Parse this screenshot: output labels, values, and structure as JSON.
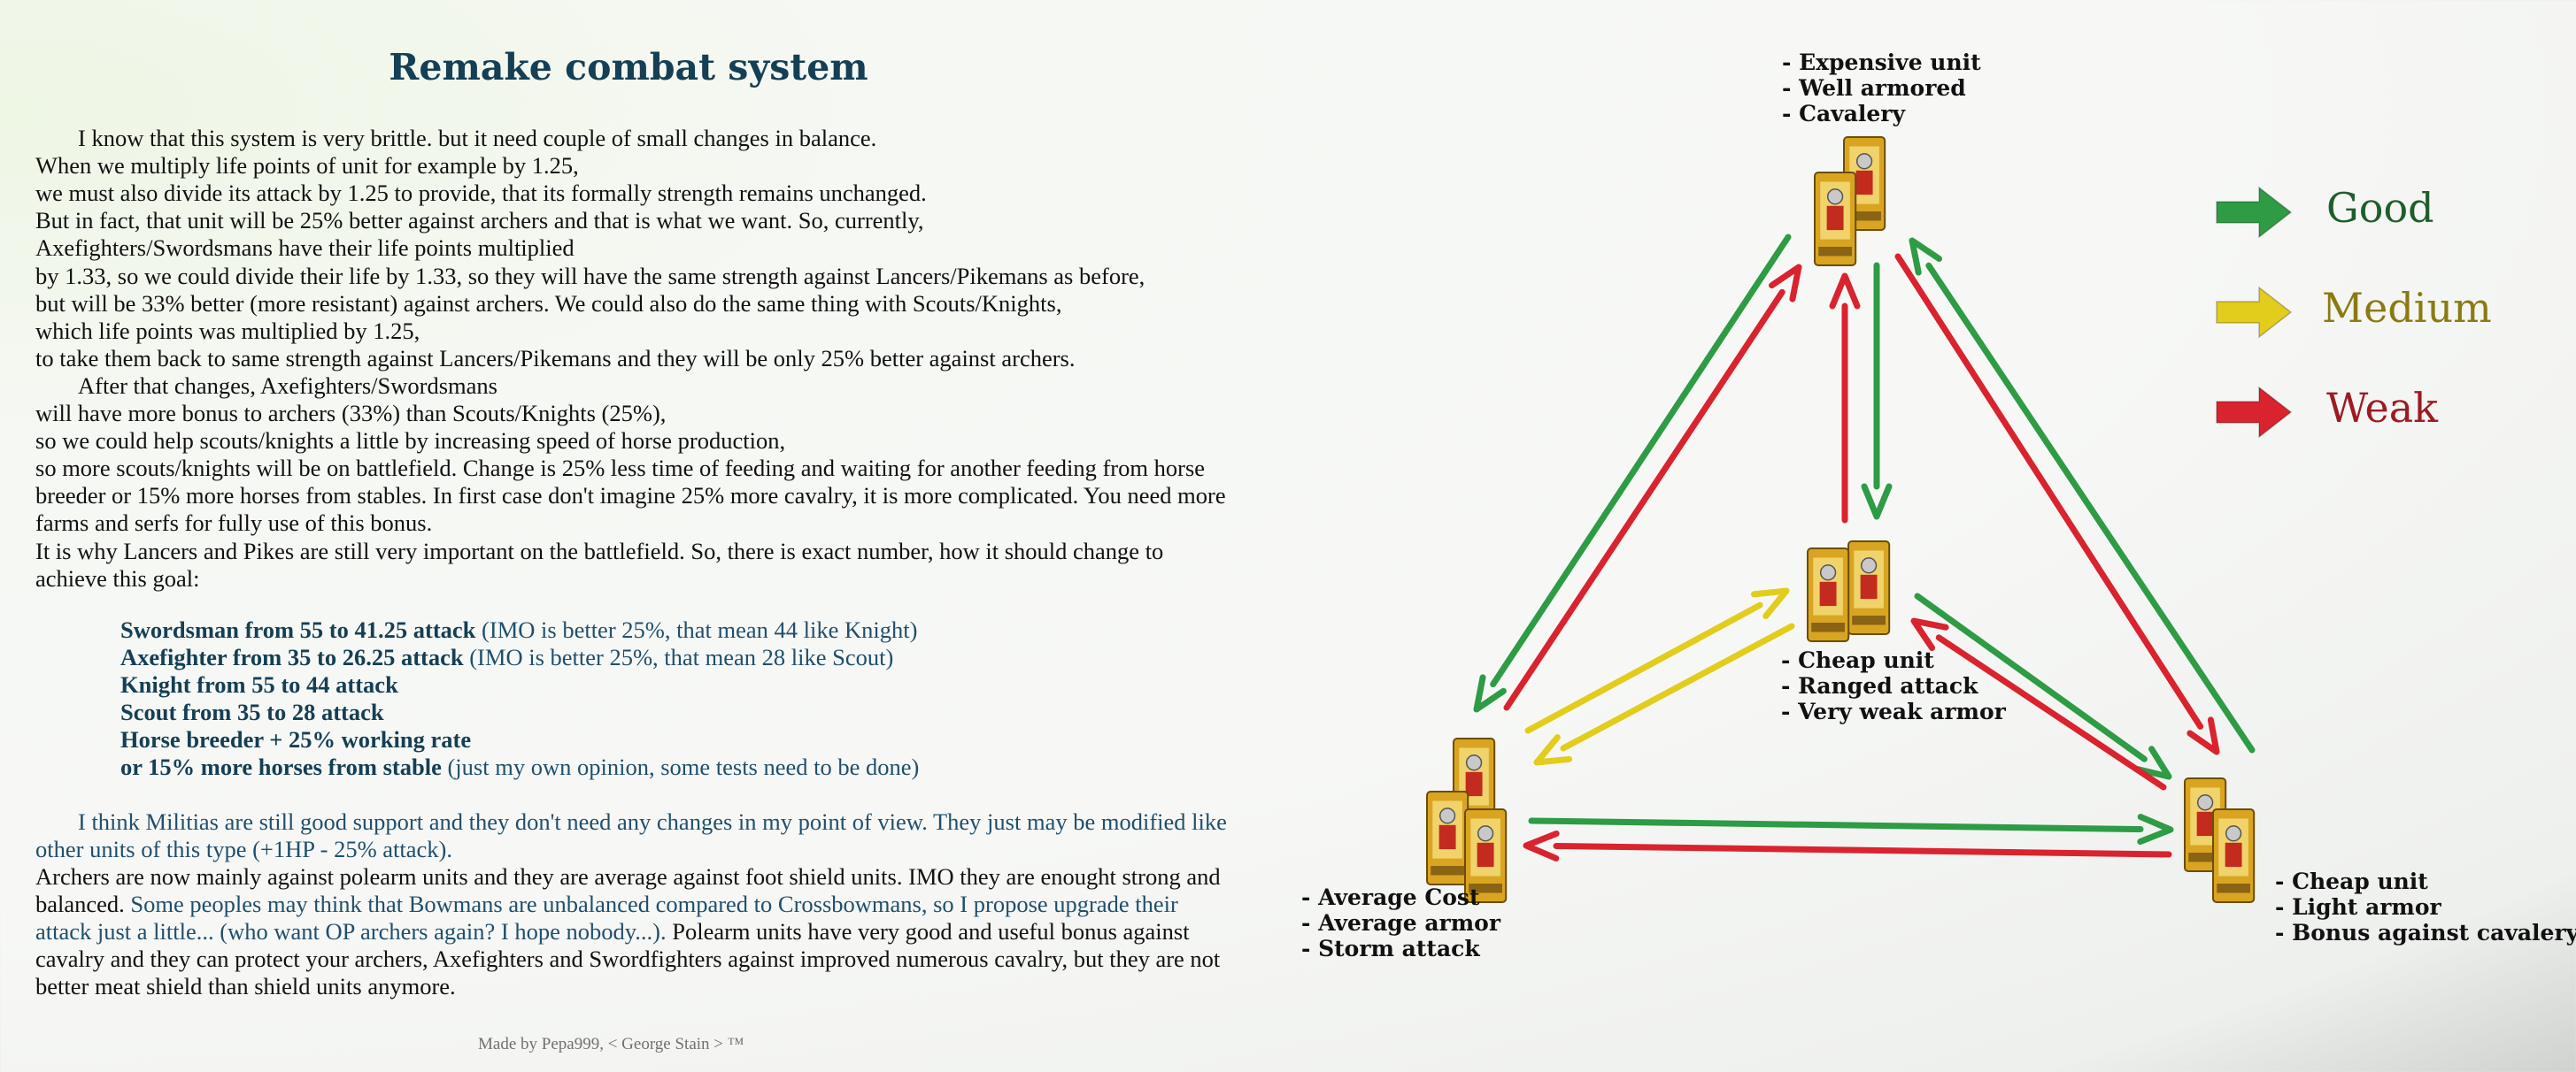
{
  "title": "Remake combat system",
  "paragraphs": [
    {
      "segments": [
        {
          "t": "I know that this system is very brittle. but it need couple of small changes in balance.",
          "s": ""
        }
      ],
      "indent": true
    },
    {
      "segments": [
        {
          "t": "When we multiply life points of unit for example by 1.25,",
          "s": ""
        }
      ]
    },
    {
      "segments": [
        {
          "t": " we must also divide its attack by 1.25 to provide, that its formally strength remains unchanged.",
          "s": ""
        }
      ]
    },
    {
      "segments": [
        {
          "t": "But in fact, that unit will be 25% better against archers and that is what we want. So, currently,",
          "s": ""
        }
      ]
    },
    {
      "segments": [
        {
          "t": "Axefighters/Swordsmans have their life points multiplied",
          "s": ""
        }
      ]
    },
    {
      "segments": [
        {
          "t": "by 1.33, so we could divide their life by 1.33, so they will have the same strength against Lancers/Pikemans as before,",
          "s": ""
        }
      ]
    },
    {
      "segments": [
        {
          "t": "but will be 33% better (more resistant) against archers. We could also do the same thing with Scouts/Knights,",
          "s": ""
        }
      ]
    },
    {
      "segments": [
        {
          "t": "which life points was multiplied by 1.25,",
          "s": ""
        }
      ]
    },
    {
      "segments": [
        {
          "t": "to take them back to same strength against Lancers/Pikemans and they will be only 25% better against archers.",
          "s": ""
        }
      ]
    },
    {
      "segments": [
        {
          "t": "After that changes, Axefighters/Swordsmans",
          "s": ""
        }
      ],
      "indent": true
    },
    {
      "segments": [
        {
          "t": "will have more bonus to archers (33%) than Scouts/Knights (25%),",
          "s": ""
        }
      ]
    },
    {
      "segments": [
        {
          "t": "so we could help scouts/knights a little by increasing speed of horse production,",
          "s": ""
        }
      ]
    },
    {
      "segments": [
        {
          "t": "so more scouts/knights will be on battlefield. Change is 25% less time of feeding and waiting for another feeding from horse",
          "s": ""
        }
      ]
    },
    {
      "segments": [
        {
          "t": "breeder or 15% more horses from stables. In first case don't imagine 25% more cavalry, it is more complicated. You need more",
          "s": ""
        }
      ]
    },
    {
      "segments": [
        {
          "t": "farms and serfs for fully use of this bonus.",
          "s": ""
        }
      ]
    },
    {
      "segments": [
        {
          "t": "It is why Lancers and Pikes are still very important on the battlefield. So, there is exact number, how it should change to",
          "s": ""
        }
      ]
    },
    {
      "segments": [
        {
          "t": "achieve this goal:",
          "s": ""
        }
      ]
    }
  ],
  "changes": [
    {
      "bold": "Swordsman from 55 to 41.25 attack",
      "note": " (IMO is better 25%, that mean 44 like Knight)"
    },
    {
      "bold": "Axefighter from 35 to 26.25 attack",
      "note": " (IMO is better 25%, that mean 28 like Scout)"
    },
    {
      "bold": "Knight from 55 to 44 attack",
      "note": ""
    },
    {
      "bold": "Scout from 35 to 28 attack",
      "note": ""
    },
    {
      "bold": "Horse breeder + 25% working rate",
      "note": ""
    },
    {
      "bold": "or 15% more horses from stable",
      "note": " (just my own opinion, some tests need to be done)"
    }
  ],
  "closing": [
    {
      "segments": [
        {
          "t": "I think Militias are still good support and they don't need any changes in my point of view. They just may be modified like",
          "s": "blue"
        }
      ],
      "indent": true
    },
    {
      "segments": [
        {
          "t": "other units of this type (+1HP - 25% attack).",
          "s": "blue"
        }
      ]
    },
    {
      "segments": [
        {
          "t": "Archers are now mainly against polearm units and they are average against foot shield units. IMO they are enought strong and",
          "s": ""
        }
      ]
    },
    {
      "segments": [
        {
          "t": "balanced. ",
          "s": ""
        },
        {
          "t": "Some peoples may think that Bowmans are unbalanced compared to Crossbowmans, so I propose upgrade their",
          "s": "blue"
        }
      ]
    },
    {
      "segments": [
        {
          "t": "attack just a little... (who want OP archers again? I hope nobody...). ",
          "s": "blue"
        },
        {
          "t": "Polearm units have very good and useful bonus against",
          "s": ""
        }
      ]
    },
    {
      "segments": [
        {
          "t": "cavalry and they can protect your archers, Axefighters and Swordfighters against improved numerous cavalry, but they are not",
          "s": ""
        }
      ]
    },
    {
      "segments": [
        {
          "t": "better meat shield than shield units anymore.",
          "s": ""
        }
      ]
    }
  ],
  "footer": "Made by Pepa999, < George Stain > ™",
  "diagram": {
    "nodes": {
      "top": [
        "- Expensive unit",
        "- Well armored",
        "- Cavalery"
      ],
      "middle": [
        "- Cheap unit",
        "- Ranged attack",
        "- Very weak armor"
      ],
      "left": [
        "- Average Cost",
        "- Average armor",
        "- Storm attack"
      ],
      "right": [
        "- Cheap unit",
        "- Light armor",
        "- Bonus against cavalery"
      ]
    },
    "legend": [
      {
        "label": "Good",
        "color": "#2e9b45",
        "text_color": "#1f5e2a"
      },
      {
        "label": "Medium",
        "color": "#e2cc1c",
        "text_color": "#8a7a10"
      },
      {
        "label": "Weak",
        "color": "#d9232e",
        "text_color": "#9e1a22"
      }
    ],
    "relations": [
      {
        "from": "top",
        "to": "left",
        "rating": "Good"
      },
      {
        "from": "left",
        "to": "top",
        "rating": "Weak"
      },
      {
        "from": "top",
        "to": "middle",
        "rating": "Good"
      },
      {
        "from": "middle",
        "to": "top",
        "rating": "Weak"
      },
      {
        "from": "top",
        "to": "right",
        "rating": "Weak"
      },
      {
        "from": "right",
        "to": "top",
        "rating": "Good"
      },
      {
        "from": "left",
        "to": "middle",
        "rating": "Medium"
      },
      {
        "from": "middle",
        "to": "left",
        "rating": "Medium"
      },
      {
        "from": "middle",
        "to": "right",
        "rating": "Good"
      },
      {
        "from": "right",
        "to": "middle",
        "rating": "Weak"
      },
      {
        "from": "left",
        "to": "right",
        "rating": "Good"
      },
      {
        "from": "right",
        "to": "left",
        "rating": "Weak"
      }
    ]
  }
}
